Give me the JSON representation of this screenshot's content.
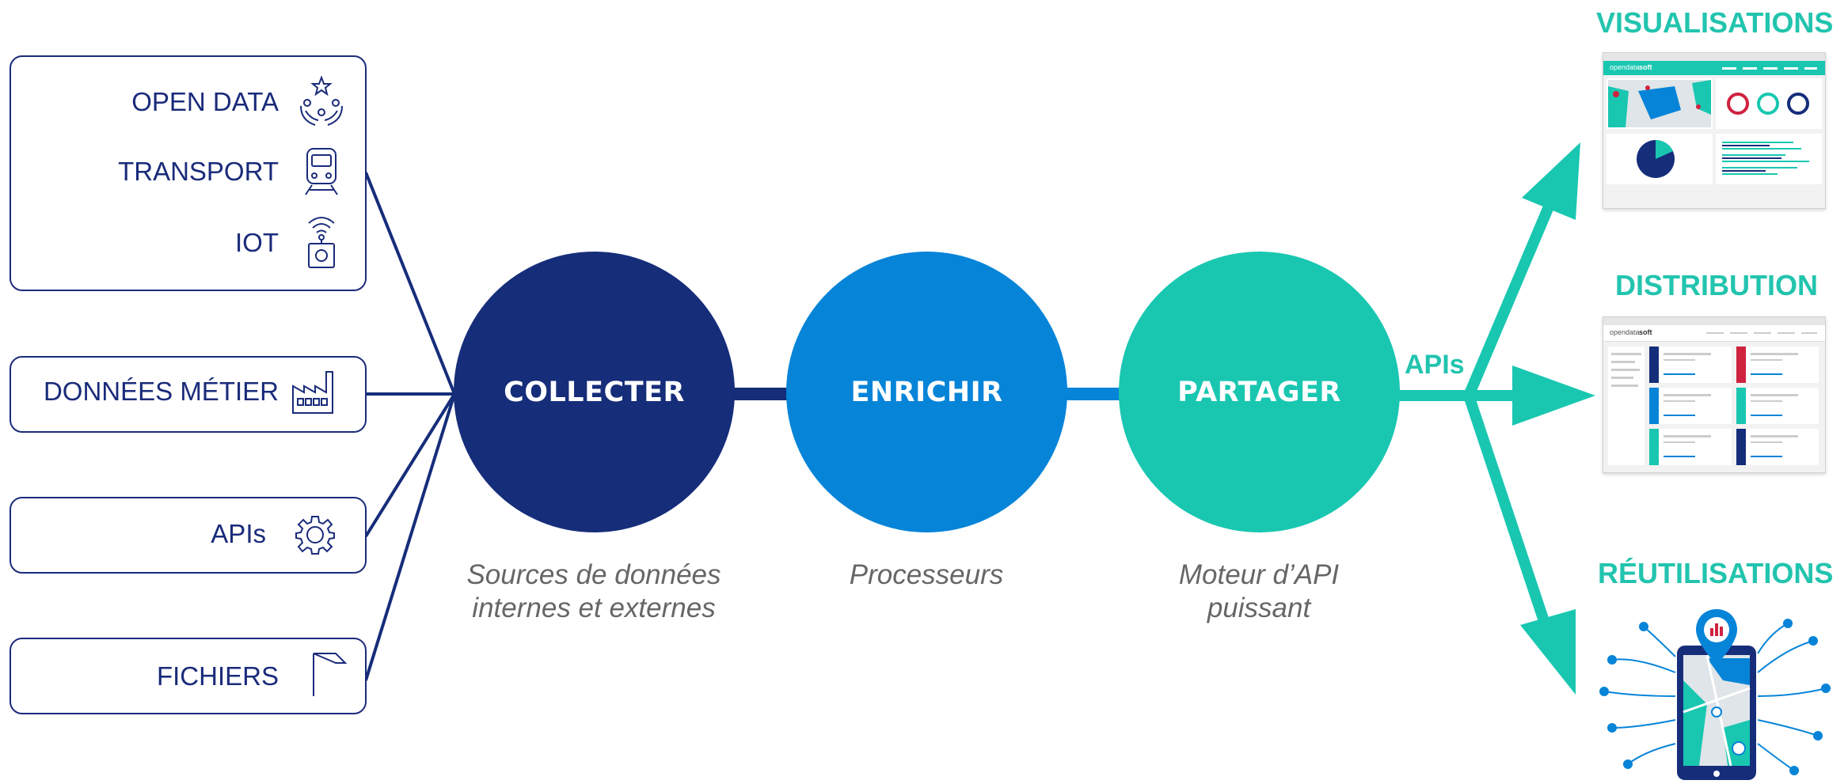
{
  "sources": {
    "group1": [
      "OPEN DATA",
      "TRANSPORT",
      "IOT"
    ],
    "metier": "DONNÉES MÉTIER",
    "apis": "APIs",
    "fichiers": "FICHIERS"
  },
  "steps": [
    {
      "label": "COLLECTER",
      "caption_line1": "Sources de données",
      "caption_line2": "internes et externes"
    },
    {
      "label": "ENRICHIR",
      "caption_line1": "Processeurs",
      "caption_line2": ""
    },
    {
      "label": "PARTAGER",
      "caption_line1": "Moteur d’API",
      "caption_line2": "puissant"
    }
  ],
  "apis_label": "APIs",
  "outputs": {
    "visualisations": "VISUALISATIONS",
    "distribution": "DISTRIBUTION",
    "reutilisations": "RÉUTILISATIONS"
  },
  "brand": {
    "prefix": "opendata",
    "suffix": "soft"
  },
  "colors": {
    "navy": "#162d7a",
    "blue": "#0684d8",
    "teal": "#19c7b1",
    "red": "#d0223f"
  }
}
